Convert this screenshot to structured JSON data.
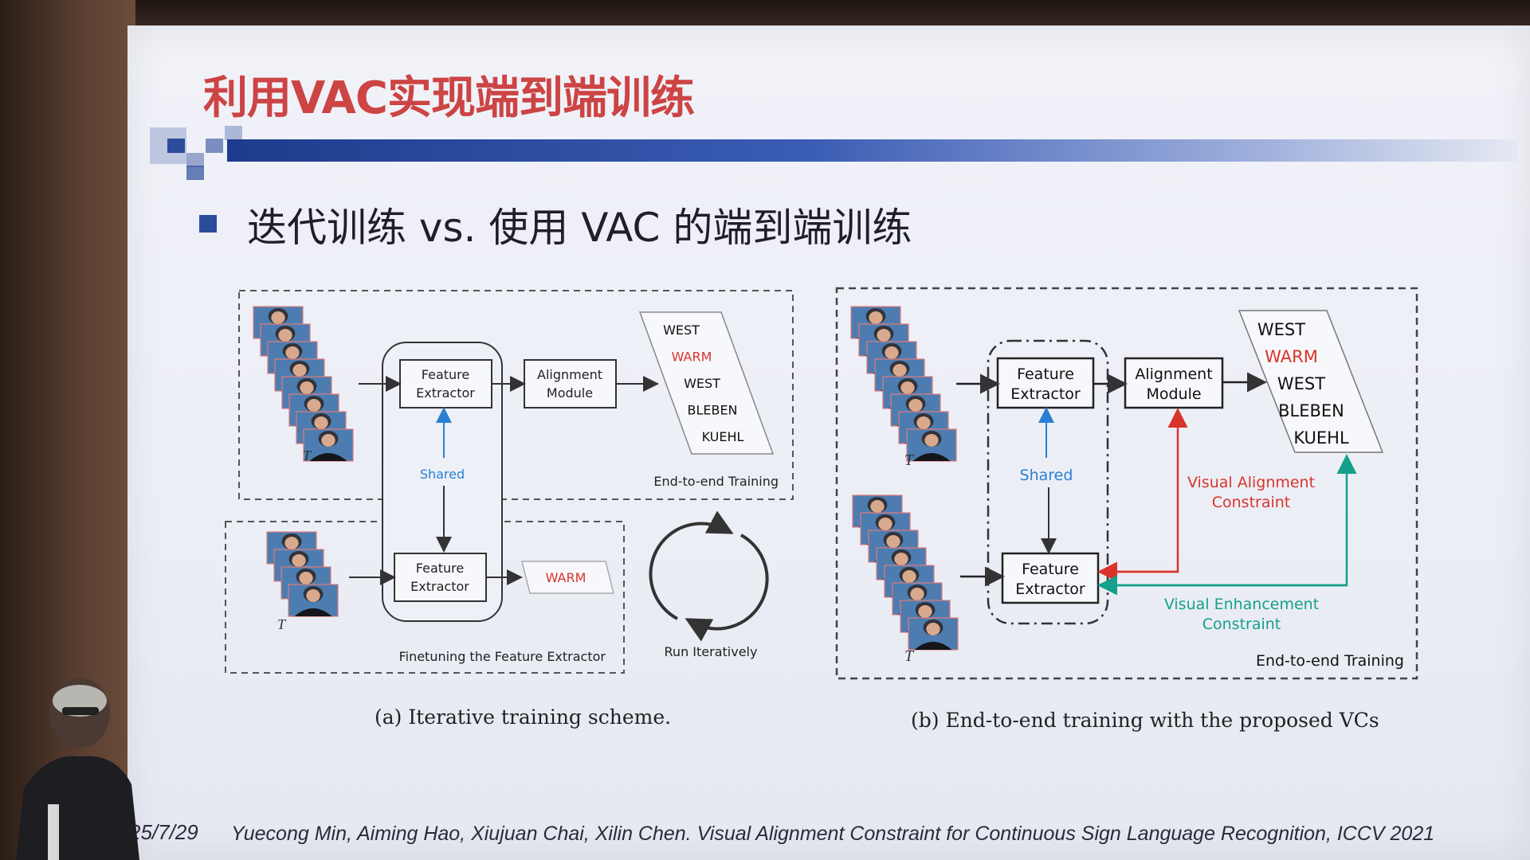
{
  "slide": {
    "title": "利用VAC实现端到端训练",
    "bullet": "迭代训练 vs. 使用 VAC 的端到端训练"
  },
  "diagram_a": {
    "feature_extractor_top": [
      "Feature",
      "Extractor"
    ],
    "alignment_module": [
      "Alignment",
      "Module"
    ],
    "output_words": [
      "WEST",
      "WARM",
      "WEST",
      "BLEBEN",
      "KUEHL"
    ],
    "highlight_word_index": 1,
    "shared_label": "Shared",
    "feature_extractor_bottom": [
      "Feature",
      "Extractor"
    ],
    "bottom_output": "WARM",
    "t_label": "T",
    "end_to_end_label": "End-to-end Training",
    "finetune_label": "Finetuning the Feature Extractor",
    "run_label": "Run Iteratively",
    "caption": "(a)  Iterative training scheme."
  },
  "diagram_b": {
    "feature_extractor_top": [
      "Feature",
      "Extractor"
    ],
    "alignment_module": [
      "Alignment",
      "Module"
    ],
    "output_words": [
      "WEST",
      "WARM",
      "WEST",
      "BLEBEN",
      "KUEHL"
    ],
    "highlight_word_index": 1,
    "shared_label": "Shared",
    "feature_extractor_bottom": [
      "Feature",
      "Extractor"
    ],
    "t_label": "T",
    "visual_alignment": [
      "Visual Alignment",
      "Constraint"
    ],
    "visual_enhancement": [
      "Visual Enhancement",
      "Constraint"
    ],
    "end_to_end_label": "End-to-end Training",
    "caption": "(b)  End-to-end training with the proposed VCs"
  },
  "colors": {
    "red": "#d9342b",
    "blue": "#2a7fd4",
    "green": "#14a08a",
    "title_red": "#cc4444",
    "deco_blue": "#2c4c9a"
  },
  "footer": {
    "date": "25/7/29",
    "citation": "Yuecong Min, Aiming Hao, Xiujuan Chai, Xilin Chen. Visual Alignment Constraint for Continuous Sign Language Recognition, ICCV 2021"
  }
}
